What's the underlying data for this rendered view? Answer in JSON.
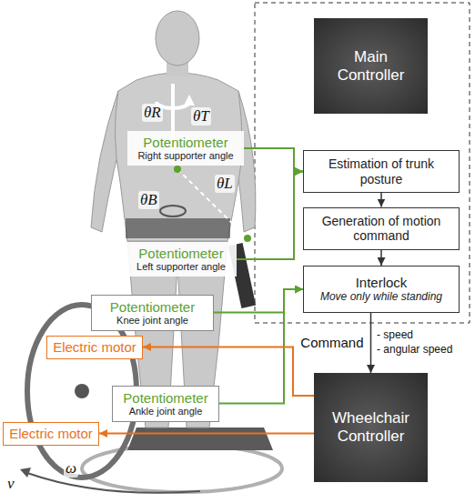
{
  "diagram": {
    "nodes": [
      {
        "text": [
          "Main Controller"
        ]
      },
      {
        "text": [
          "Potentiometer",
          "Right supporter angle"
        ]
      },
      {
        "text": [
          "Estimation of trunk posture"
        ]
      },
      {
        "text": [
          "Generation of motion command"
        ]
      },
      {
        "text": [
          "Potentiometer",
          "Left supporter angle"
        ]
      },
      {
        "text": [
          "Interlock",
          "Move only while standing"
        ]
      },
      {
        "text": [
          "Potentiometer",
          "Knee joint angle"
        ]
      },
      {
        "text": [
          "Electric motor"
        ]
      },
      {
        "text": [
          "Potentiometer",
          "Ankle joint angle"
        ]
      },
      {
        "text": [
          "Wheelchair Controller"
        ]
      },
      {
        "text": [
          "Electric motor"
        ]
      }
    ],
    "edges": [
      {
        "from": 1,
        "to": 2,
        "arrow": "to"
      },
      {
        "from": 4,
        "to": 2,
        "arrow": "to"
      },
      {
        "from": 6,
        "to": 5,
        "arrow": "to"
      },
      {
        "from": 8,
        "to": 5,
        "arrow": "to"
      },
      {
        "from": 2,
        "to": 3,
        "arrow": "to"
      },
      {
        "from": 3,
        "to": 5,
        "arrow": "to"
      },
      {
        "from": 5,
        "to": 9,
        "label": "Command",
        "arrow": "to"
      },
      {
        "from": 9,
        "to": 7,
        "arrow": "to"
      },
      {
        "from": 9,
        "to": 10,
        "arrow": "to"
      }
    ],
    "labels": [
      "θT",
      "θR",
      "θB",
      "θL",
      "- speed",
      "- angular speed",
      "ν",
      "ω"
    ]
  }
}
